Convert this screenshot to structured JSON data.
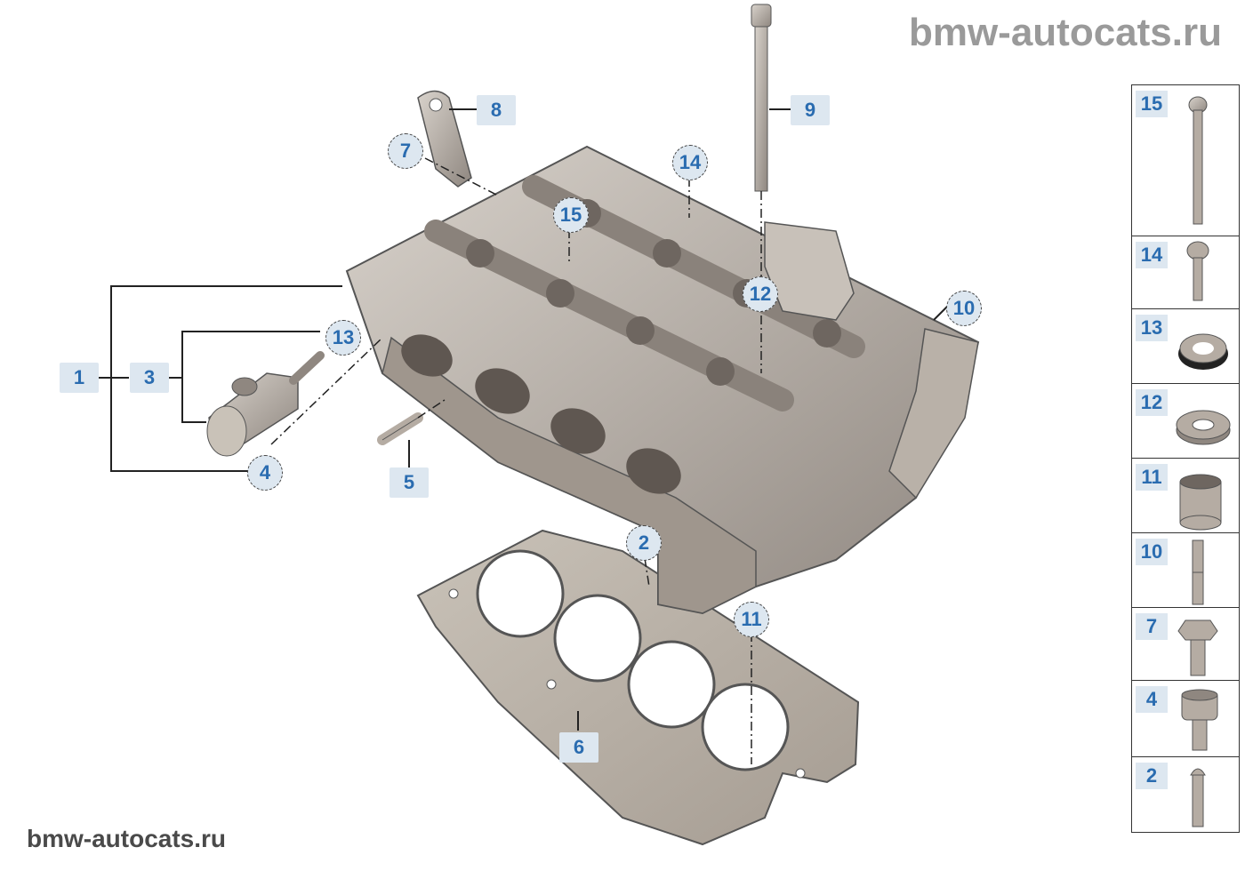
{
  "watermark": {
    "top": "bmw-autocats.ru",
    "bottom": "bmw-autocats.ru"
  },
  "callouts": {
    "c1": "1",
    "c2": "2",
    "c3": "3",
    "c4": "4",
    "c5": "5",
    "c6": "6",
    "c7": "7",
    "c8": "8",
    "c9": "9",
    "c10": "10",
    "c11": "11",
    "c12": "12",
    "c13": "13",
    "c14": "14",
    "c15": "15"
  },
  "side_panel": {
    "items": [
      {
        "num": "15",
        "icon": "long-bolt-icon"
      },
      {
        "num": "14",
        "icon": "torx-bolt-icon"
      },
      {
        "num": "13",
        "icon": "seal-ring-icon"
      },
      {
        "num": "12",
        "icon": "washer-icon"
      },
      {
        "num": "11",
        "icon": "sleeve-icon"
      },
      {
        "num": "10",
        "icon": "dowel-pin-icon"
      },
      {
        "num": "7",
        "icon": "hex-bolt-icon"
      },
      {
        "num": "4",
        "icon": "socket-bolt-icon"
      },
      {
        "num": "2",
        "icon": "pin-bolt-icon"
      }
    ]
  },
  "colors": {
    "callout_bg": "#dde7f0",
    "callout_text": "#2a6cb0",
    "metal": "#b5aca3"
  }
}
